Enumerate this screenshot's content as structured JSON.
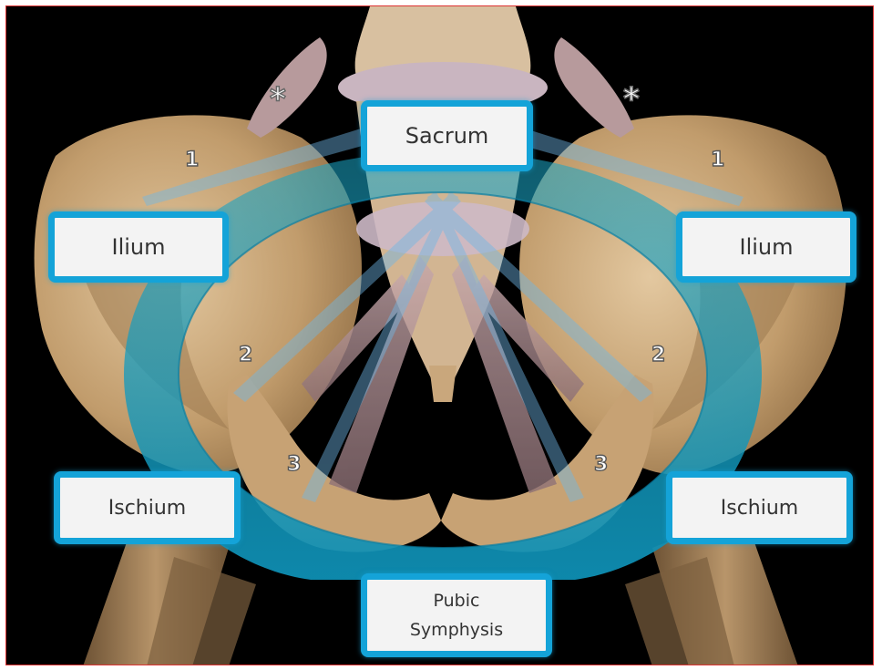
{
  "labels": {
    "sacrum": "Sacrum",
    "ilium_left": "Ilium",
    "ilium_right": "Ilium",
    "ischium_left": "Ischium",
    "ischium_right": "Ischium",
    "pubic_line1": "Pubic",
    "pubic_line2": "Symphysis"
  },
  "markers": {
    "n1_left": "1",
    "n1_right": "1",
    "n2_left": "2",
    "n2_right": "2",
    "n3_left": "3",
    "n3_right": "3",
    "ast_left": "*",
    "ast_right": "*"
  },
  "colors": {
    "ring": "#1aa7c9",
    "label_border": "#14a3d8",
    "bone": "#c9a77c",
    "background": "#000000"
  }
}
